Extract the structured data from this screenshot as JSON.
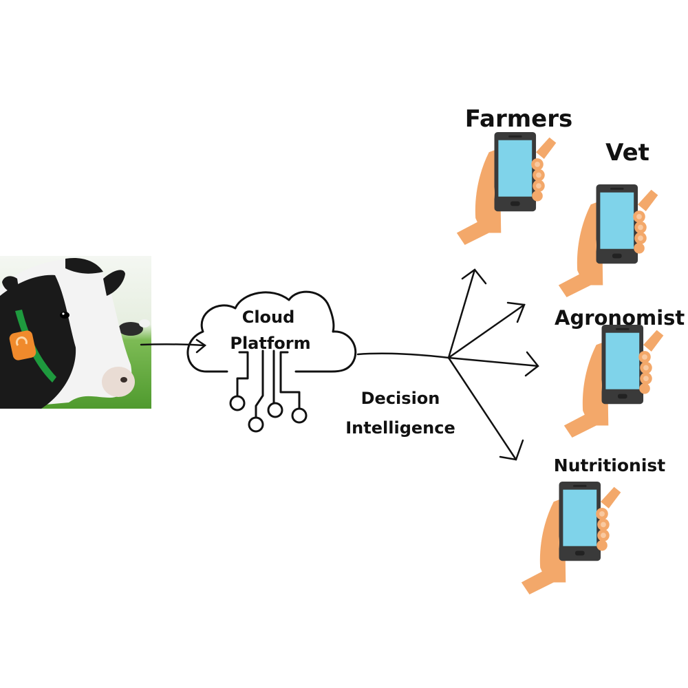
{
  "source": {
    "icon": "cow-with-sensor-collar"
  },
  "cloud": {
    "label_line1": "Cloud",
    "label_line2": "Platform",
    "icon": "cloud-circuit-icon"
  },
  "decision": {
    "line1": "Decision",
    "line2": "Intelligence"
  },
  "recipients": [
    {
      "label": "Farmers",
      "icon": "hand-phone-icon"
    },
    {
      "label": "Vet",
      "icon": "hand-phone-icon"
    },
    {
      "label": "Agronomist",
      "icon": "hand-phone-icon"
    },
    {
      "label": "Nutritionist",
      "icon": "hand-phone-icon"
    }
  ],
  "colors": {
    "skin": "#F3A86A",
    "phone_body": "#3A3A3A",
    "phone_screen": "#7FD3EA",
    "collar_tag": "#F08A2C",
    "collar_band": "#1E9A3E",
    "grass": "#5FA83A"
  }
}
